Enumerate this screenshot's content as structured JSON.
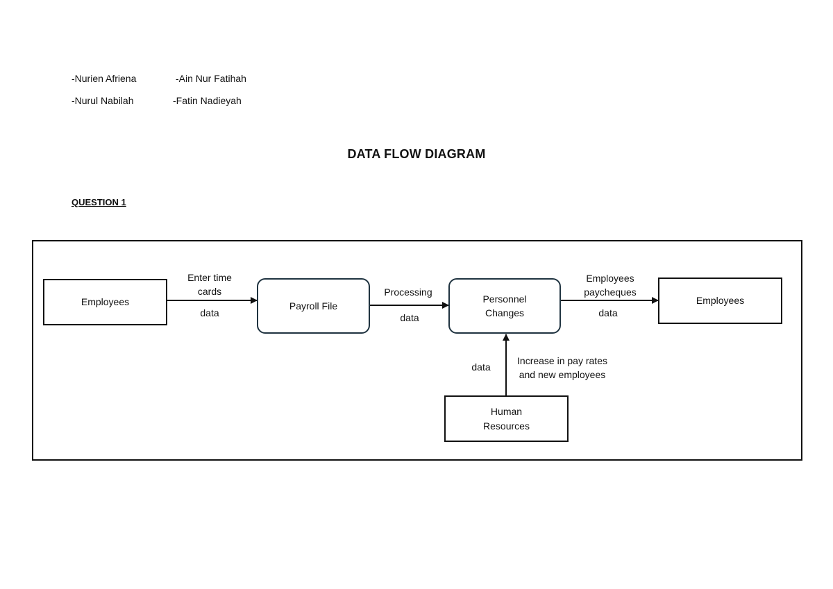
{
  "authors": {
    "a1": "-Nurien Afriena",
    "a2": "-Ain Nur Fatihah",
    "a3": "-Nurul Nabilah",
    "a4": "-Fatin Nadieyah"
  },
  "title": "DATA FLOW DIAGRAM",
  "question": "QUESTION 1",
  "nodes": {
    "employees_source": "Employees",
    "payroll_file": "Payroll File",
    "personnel_changes_line1": "Personnel",
    "personnel_changes_line2": "Changes",
    "employees_sink": "Employees",
    "hr_line1": "Human",
    "hr_line2": "Resources"
  },
  "flows": {
    "enter_time_line1": "Enter time",
    "enter_time_line2": "cards",
    "enter_time_data": "data",
    "processing": "Processing",
    "processing_data": "data",
    "paycheques_line1": "Employees",
    "paycheques_line2": "paycheques",
    "paycheques_data": "data",
    "hr_data": "data",
    "increase_line1": "Increase in pay rates",
    "increase_line2": "and new employees"
  }
}
